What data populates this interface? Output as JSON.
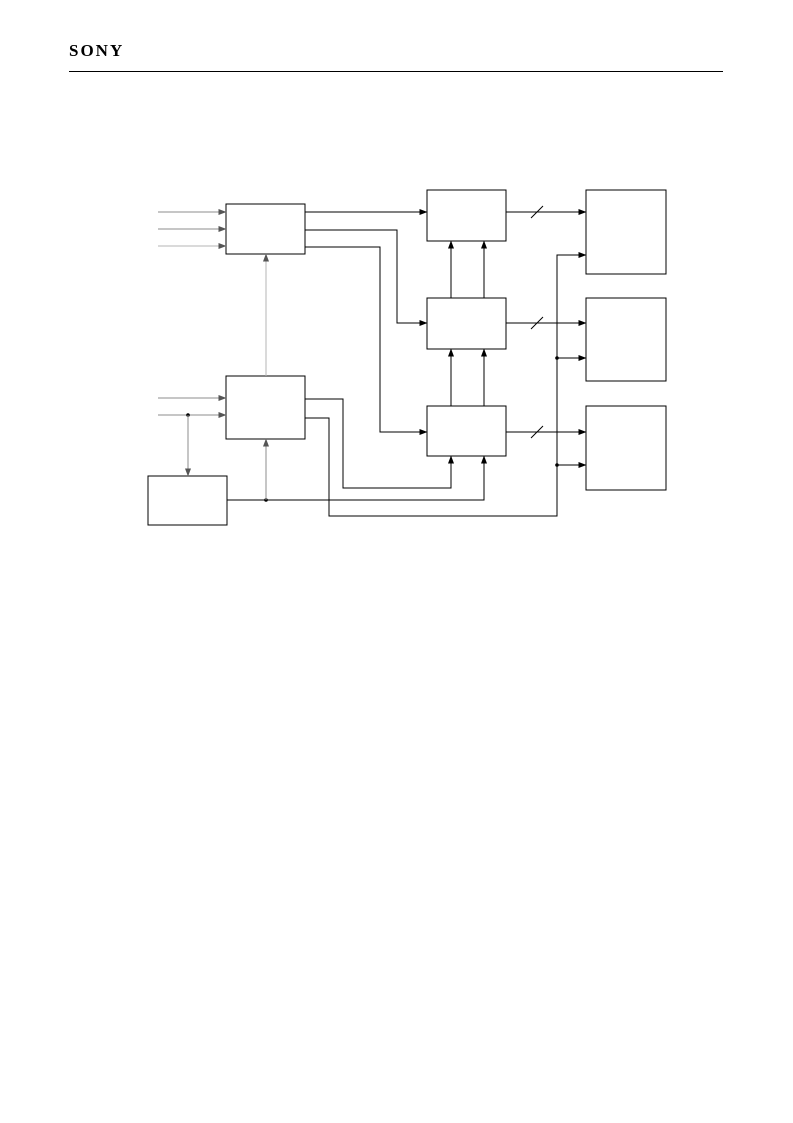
{
  "header": {
    "logo_text": "SONY"
  },
  "diagram": {
    "blocks": [
      "block-a",
      "block-b",
      "block-c",
      "block-d",
      "block-e",
      "block-f",
      "block-g",
      "block-h",
      "block-i"
    ],
    "colors": {
      "line": "#000000",
      "gray_line": "#8c8c8c",
      "light_line": "#b4b4b4"
    }
  }
}
